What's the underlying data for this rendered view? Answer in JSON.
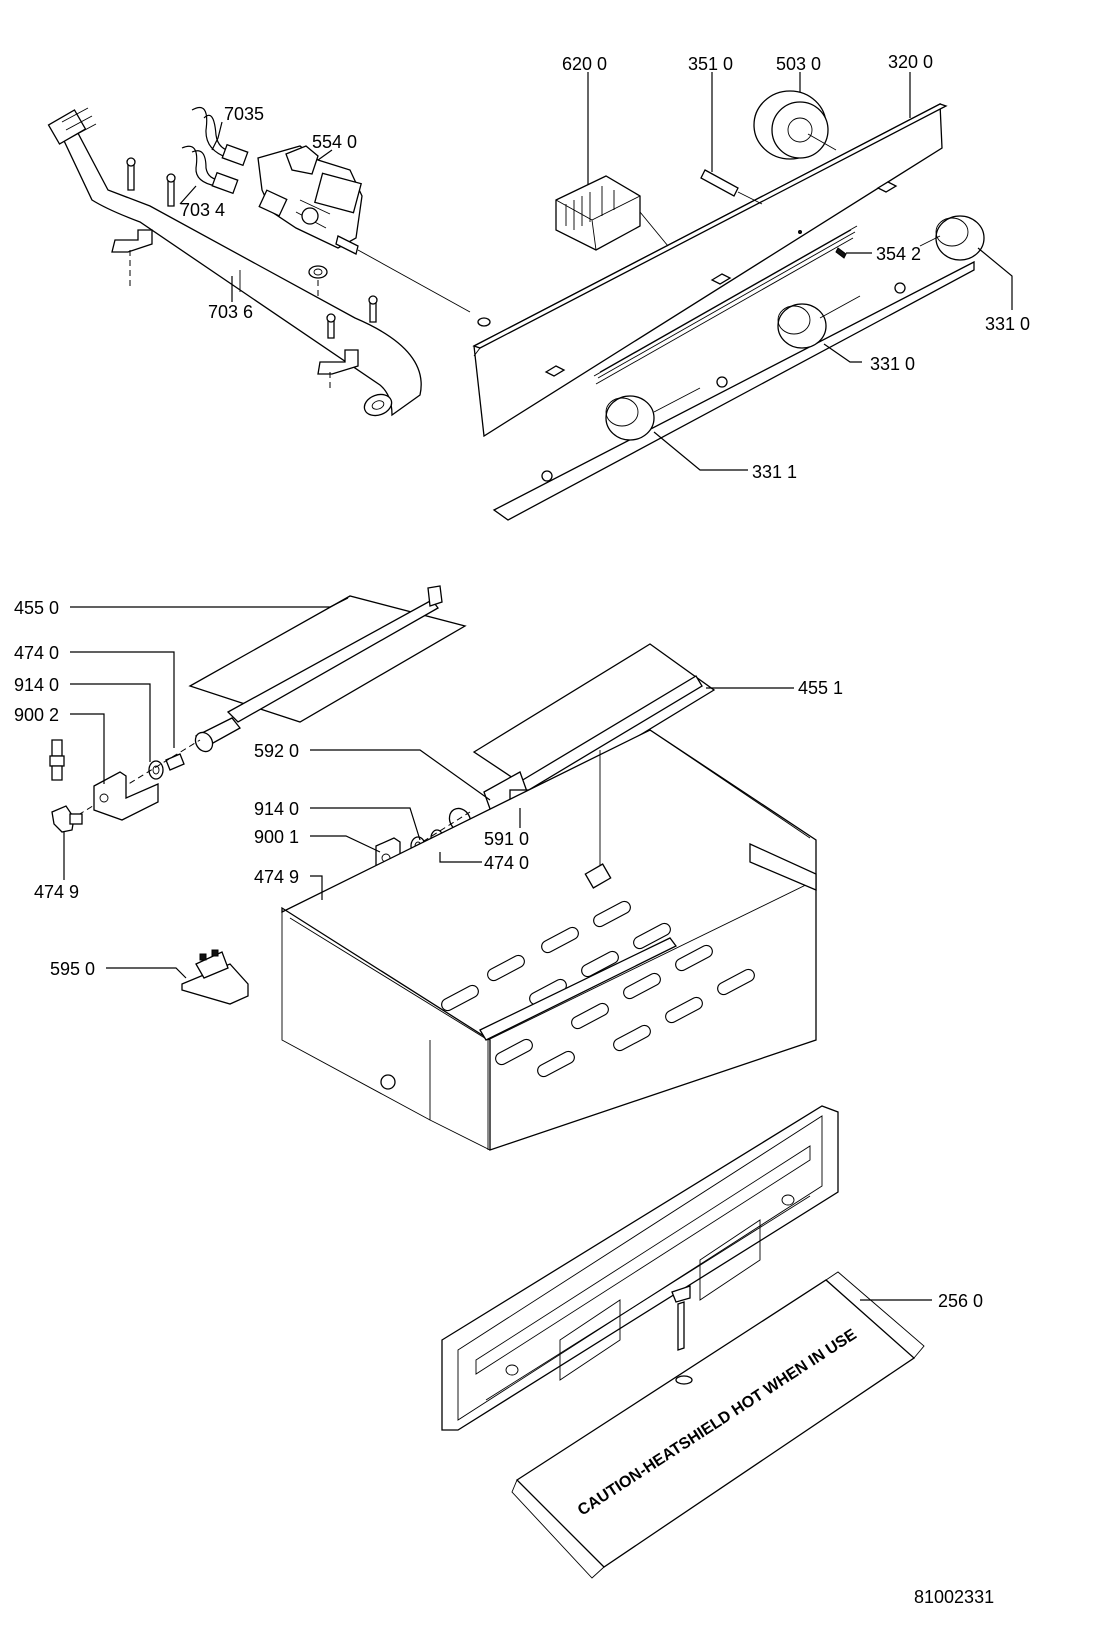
{
  "callouts": {
    "c6200": "620 0",
    "c3510": "351 0",
    "c5030": "503 0",
    "c3200": "320 0",
    "c7035": "7035",
    "c5540": "554 0",
    "c7034": "703 4",
    "c3542": "354 2",
    "c7036": "703 6",
    "c3310a": "331 0",
    "c3310b": "331 0",
    "c3311": "331 1",
    "c4550": "455 0",
    "c4740a": "474 0",
    "c9140a": "914 0",
    "c9002": "900 2",
    "c4551": "455 1",
    "c5920": "592 0",
    "c9140b": "914 0",
    "c5910": "591 0",
    "c9001": "900 1",
    "c4740b": "474 0",
    "c4749a": "474 9",
    "c4749b": "474 9",
    "c5950": "595 0",
    "c2560": "256 0"
  },
  "heatshield_text": "CAUTION-HEATSHIELD HOT WHEN IN USE",
  "drawing_number": "81002331"
}
